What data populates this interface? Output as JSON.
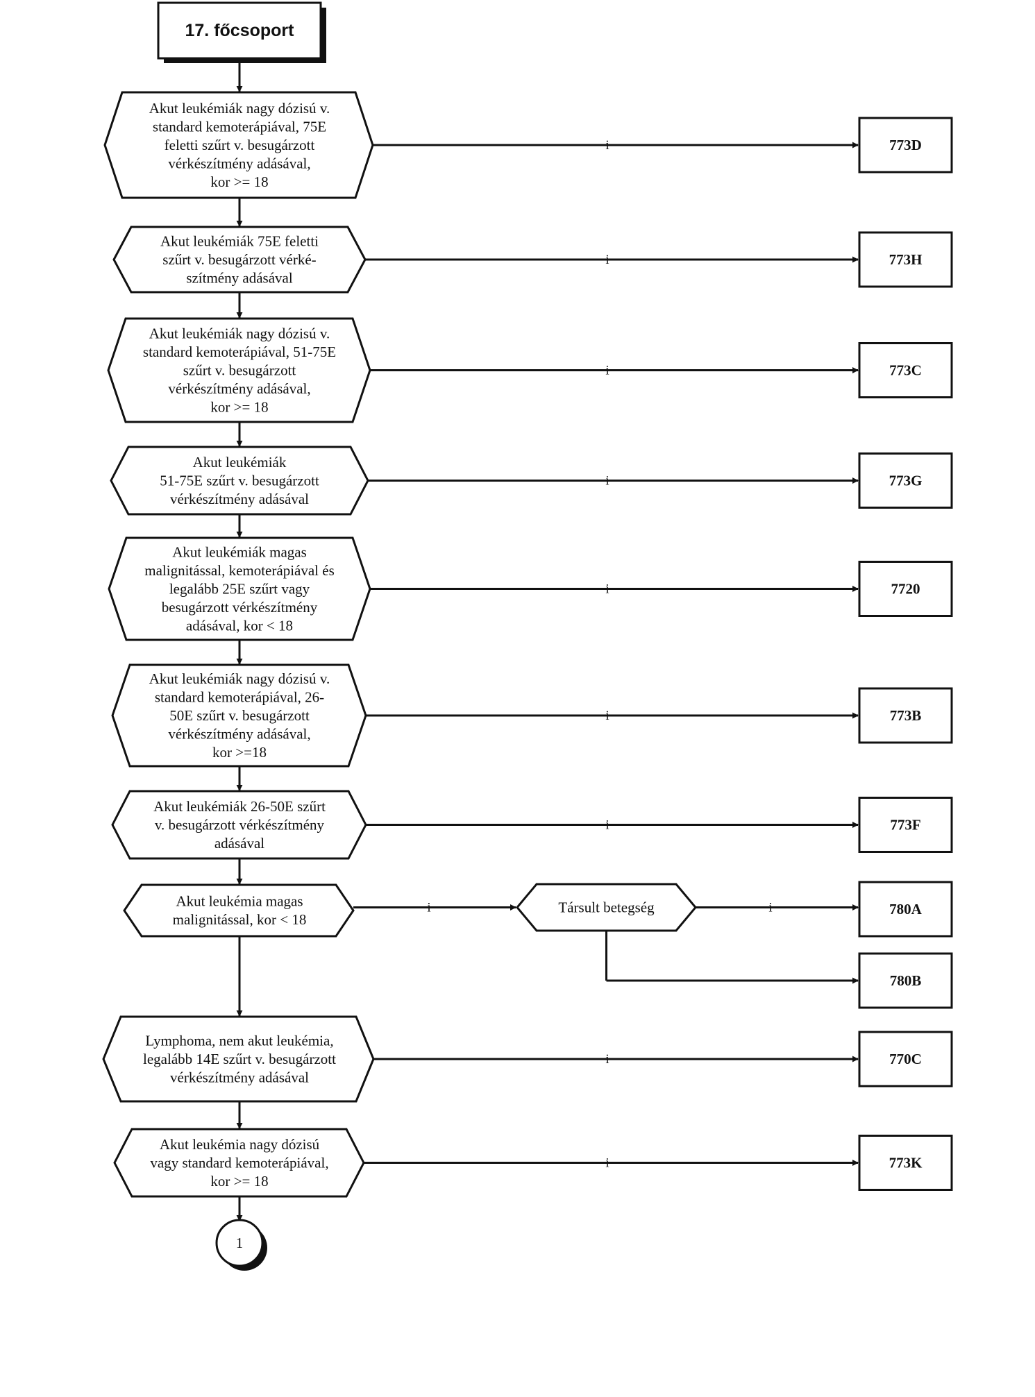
{
  "title": "17. főcsoport",
  "yes_label": "i",
  "connector_label": "1",
  "steps": [
    {
      "lines": [
        "Akut leukémiák nagy dózisú v.",
        "standard kemoterápiával, 75E",
        "feletti szűrt v. besugárzott",
        "vérkészítmény adásával,",
        "kor >= 18"
      ],
      "result": "773D"
    },
    {
      "lines": [
        "Akut leukémiák 75E feletti",
        "szűrt v. besugárzott  vérké-",
        "szítmény adásával"
      ],
      "result": "773H"
    },
    {
      "lines": [
        "Akut leukémiák nagy dózisú v.",
        "standard kemoterápiával, 51-75E",
        "szűrt v. besugárzott",
        "vérkészítmény adásával,",
        "kor >= 18"
      ],
      "result": "773C"
    },
    {
      "lines": [
        "Akut leukémiák",
        "51-75E szűrt v. besugárzott",
        "vérkészítmény adásával"
      ],
      "result": "773G"
    },
    {
      "lines": [
        "Akut leukémiák magas",
        "malignitással, kemoterápiával és",
        "legalább 25E szűrt vagy",
        "besugárzott vérkészítmény",
        "adásával, kor < 18"
      ],
      "result": "7720"
    },
    {
      "lines": [
        "Akut leukémiák nagy dózisú v.",
        "standard kemoterápiával, 26-",
        "50E szűrt v. besugárzott",
        "vérkészítmény adásával,",
        "kor >=18"
      ],
      "result": "773B"
    },
    {
      "lines": [
        "Akut leukémiák 26-50E szűrt",
        "v. besugárzott  vérkészítmény",
        "adásával"
      ],
      "result": "773F"
    },
    {
      "lines": [
        "Akut leukémia magas",
        "malignitással, kor < 18"
      ],
      "sub": {
        "label": "Társult betegség",
        "result_yes": "780A",
        "result_no": "780B"
      }
    },
    {
      "lines": [
        "Lymphoma, nem akut leukémia,",
        "legalább 14E szűrt v. besugárzott",
        "vérkészítmény adásával"
      ],
      "result": "770C"
    },
    {
      "lines": [
        "Akut leukémia nagy dózisú",
        "vagy standard kemoterápiával,",
        "kor >= 18"
      ],
      "result": "773K"
    }
  ]
}
